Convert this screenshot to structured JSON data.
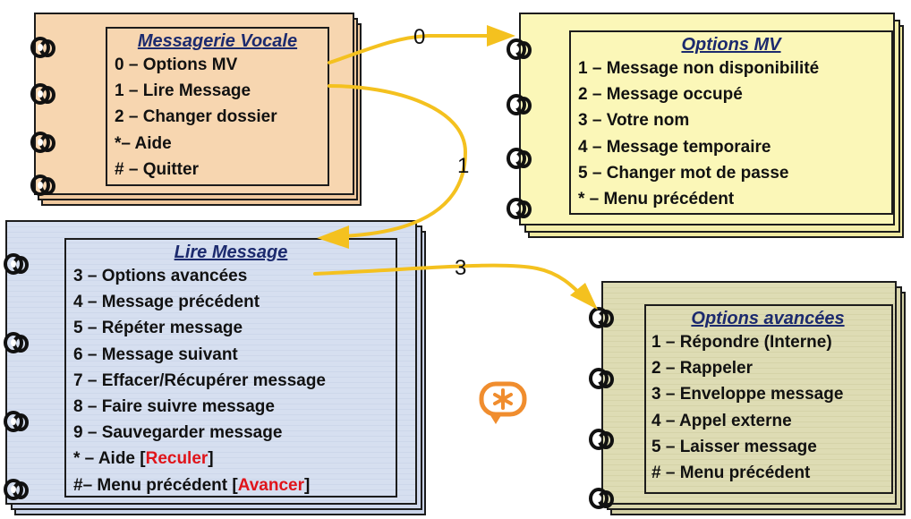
{
  "notebooks": {
    "messagerie": {
      "title": "Messagerie Vocale",
      "items": [
        "0 – Options MV",
        "1 – Lire Message",
        "2 – Changer dossier",
        "*–  Aide",
        "# – Quitter"
      ],
      "color": "#f7d6b0"
    },
    "options_mv": {
      "title": "Options MV",
      "items": [
        "1 – Message non disponibilité",
        "2 – Message occupé",
        "3 – Votre nom",
        "4 – Message temporaire",
        "5 – Changer mot de passe",
        "* –  Menu précédent"
      ],
      "color": "#fbf7b8"
    },
    "lire_message": {
      "title": "Lire Message",
      "items": [
        "3 – Options avancées",
        "4 – Message précédent",
        "5 – Répéter message",
        "6 – Message suivant",
        "7 – Effacer/Récupérer message",
        "8 – Faire suivre message",
        "9 – Sauvegarder message"
      ],
      "aide_prefix": "* – Aide [",
      "aide_red": "Reculer",
      "aide_suffix": "]",
      "menu_prefix": "#– Menu précédent [",
      "menu_red": "Avancer",
      "menu_suffix": "]",
      "color": "#d6dff0"
    },
    "options_avancees": {
      "title": "Options avancées",
      "items": [
        "1 – Répondre (Interne)",
        "2 – Rappeler",
        "3 – Enveloppe message",
        "4 – Appel externe",
        "5 – Laisser  message",
        "# – Menu précédent"
      ],
      "color": "#dedcb4"
    }
  },
  "arrows": {
    "a0": "0",
    "a1": "1",
    "a3": "3"
  },
  "colors": {
    "arrow": "#f4c11f",
    "logo": "#f08d2e",
    "border": "#1c1c1c"
  },
  "logo": "asterisk-logo-icon"
}
